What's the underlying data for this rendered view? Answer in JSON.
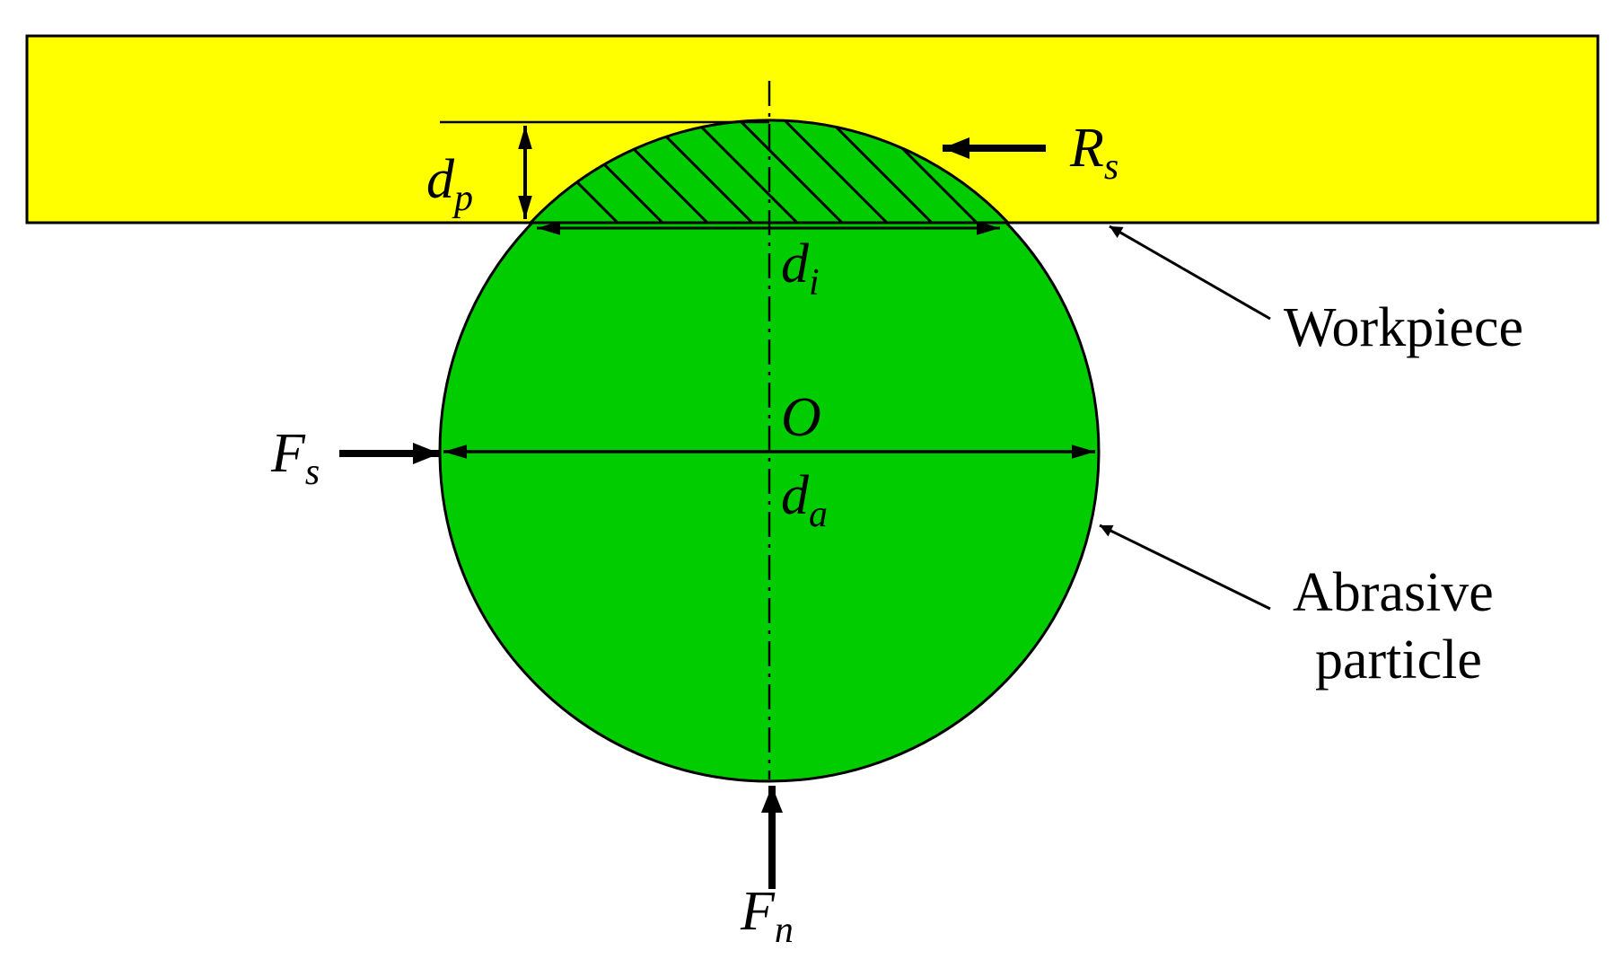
{
  "colors": {
    "workpiece": "#FFFF00",
    "particle": "#00CC00",
    "outline": "#000000"
  },
  "labels": {
    "workpiece": "Workpiece",
    "abrasive_line1": "Abrasive",
    "abrasive_line2": "particle",
    "center": "O"
  },
  "symbols": {
    "dp": {
      "base": "d",
      "sub": "p"
    },
    "di": {
      "base": "d",
      "sub": "i"
    },
    "da": {
      "base": "d",
      "sub": "a"
    },
    "Rs": {
      "base": "R",
      "sub": "s"
    },
    "Fs": {
      "base": "F",
      "sub": "s"
    },
    "Fn": {
      "base": "F",
      "sub": "n"
    }
  }
}
